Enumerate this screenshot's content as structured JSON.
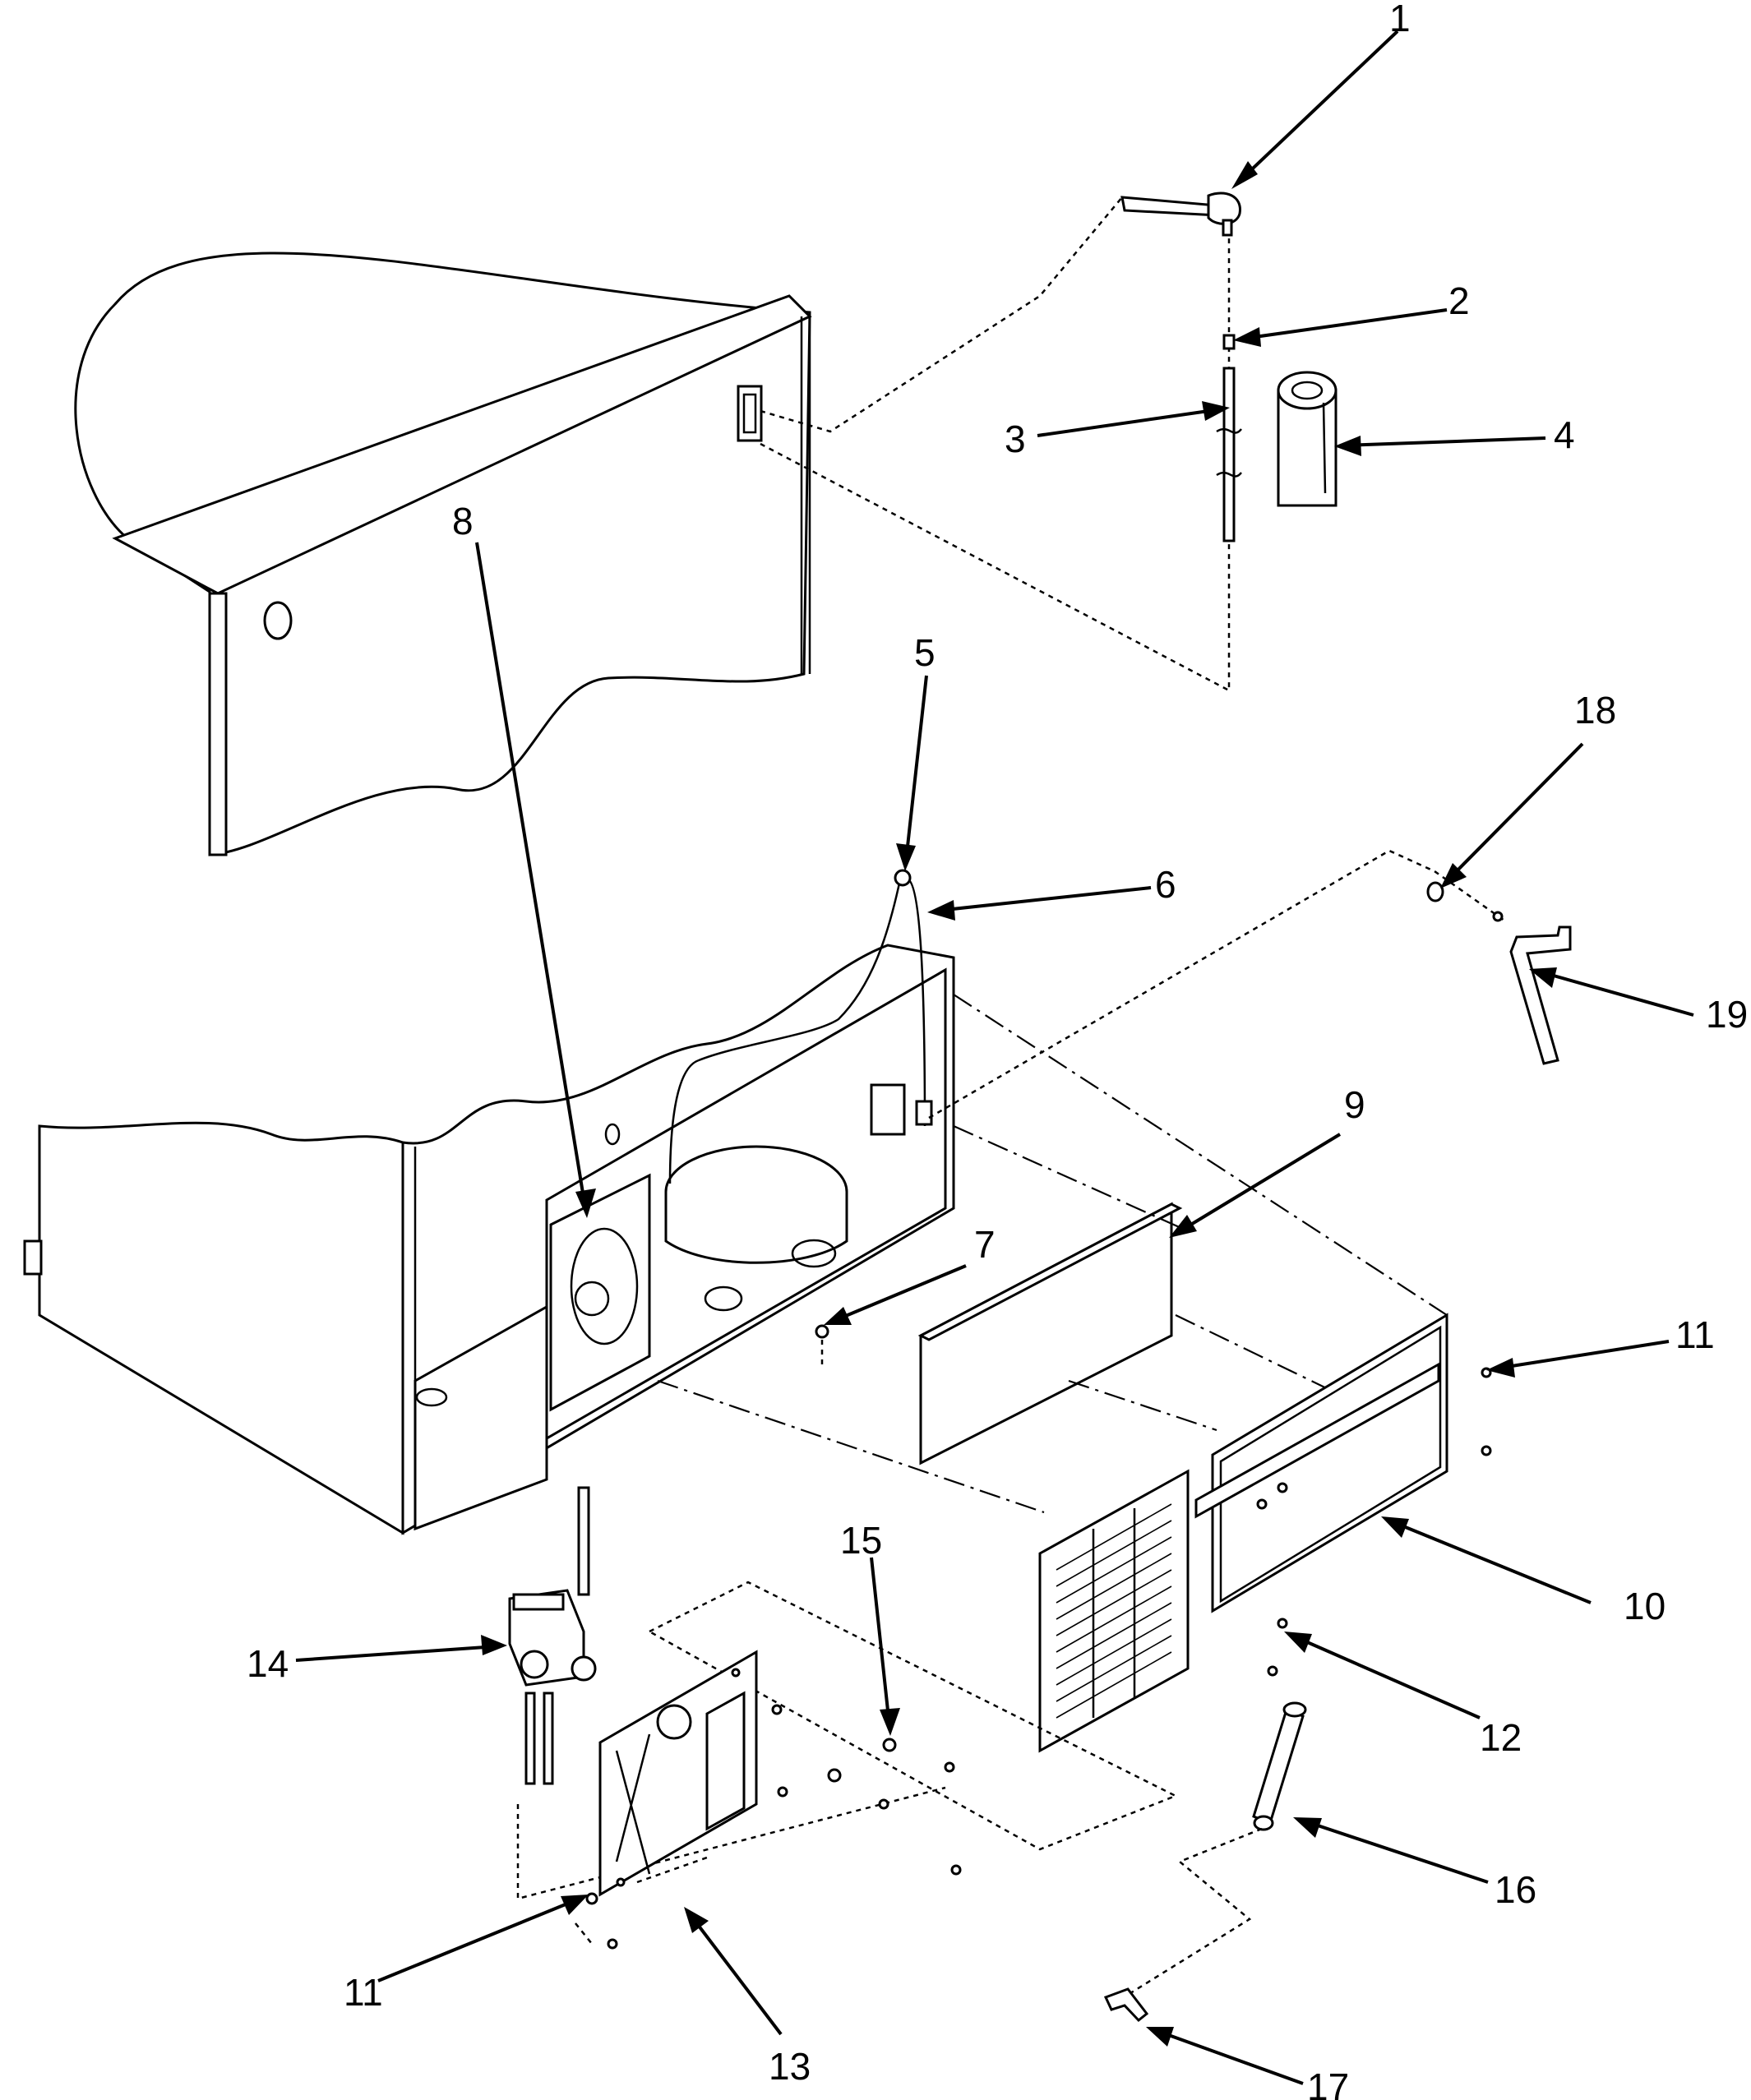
{
  "callouts": [
    {
      "id": "c1",
      "label": "1"
    },
    {
      "id": "c2",
      "label": "2"
    },
    {
      "id": "c3",
      "label": "3"
    },
    {
      "id": "c4",
      "label": "4"
    },
    {
      "id": "c5",
      "label": "5"
    },
    {
      "id": "c6",
      "label": "6"
    },
    {
      "id": "c7",
      "label": "7"
    },
    {
      "id": "c8",
      "label": "8"
    },
    {
      "id": "c9",
      "label": "9"
    },
    {
      "id": "c10",
      "label": "10"
    },
    {
      "id": "c11a",
      "label": "11"
    },
    {
      "id": "c11b",
      "label": "11"
    },
    {
      "id": "c12",
      "label": "12"
    },
    {
      "id": "c13",
      "label": "13"
    },
    {
      "id": "c14",
      "label": "14"
    },
    {
      "id": "c15",
      "label": "15"
    },
    {
      "id": "c16",
      "label": "16"
    },
    {
      "id": "c17",
      "label": "17"
    },
    {
      "id": "c18",
      "label": "18"
    },
    {
      "id": "c19",
      "label": "19"
    }
  ]
}
